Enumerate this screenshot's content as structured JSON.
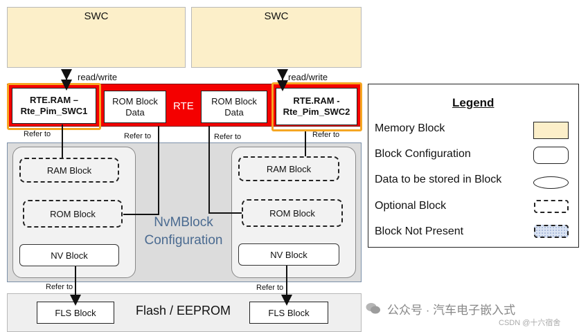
{
  "swc_left": "SWC",
  "swc_right": "SWC",
  "rw_left": "read/write",
  "rw_right": "read/write",
  "rte": "RTE",
  "rte_ram_1": "RTE.RAM – Rte_Pim_SWC1",
  "rom_block_data_1": "ROM Block Data",
  "rom_block_data_2": "ROM Block Data",
  "rte_ram_2": "RTE.RAM - Rte_Pim_SWC2",
  "refer_to": [
    "Refer to",
    "Refer to",
    "Refer to",
    "Refer to",
    "Refer to",
    "Refer to"
  ],
  "left_group": {
    "ram": "RAM Block",
    "rom": "ROM Block",
    "nv": "NV Block"
  },
  "right_group": {
    "ram": "RAM Block",
    "rom": "ROM Block",
    "nv": "NV Block"
  },
  "nvm_config": "NvMBlock Configuration",
  "flash_label": "Flash / EEPROM",
  "fls_left": "FLS Block",
  "fls_right": "FLS Block",
  "legend": {
    "title": "Legend",
    "items": [
      "Memory Block",
      "Block Configuration",
      "Data to be stored in Block",
      "Optional Block",
      "Block Not Present"
    ]
  },
  "watermark": "公众号 · 汽车电子嵌入式",
  "csdn": "CSDN @十六宿舍",
  "colors": {
    "rte": "#f40000",
    "swc": "#fcefc9",
    "highlight": "#f5a623",
    "nvm": "#dcdcdc"
  }
}
